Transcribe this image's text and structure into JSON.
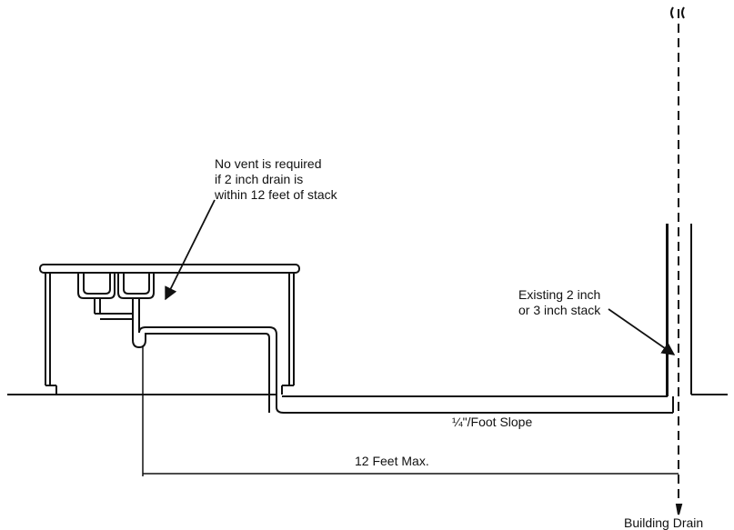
{
  "annotations": {
    "vent_note": [
      "No vent is required",
      "if 2 inch drain is",
      "within 12 feet of stack"
    ],
    "stack_note": [
      "Existing 2 inch",
      "or 3 inch stack"
    ],
    "slope": "¼\"/Foot Slope",
    "distance": "12 Feet Max.",
    "building_drain": "Building Drain"
  },
  "colors": {
    "ink": "#111111"
  }
}
